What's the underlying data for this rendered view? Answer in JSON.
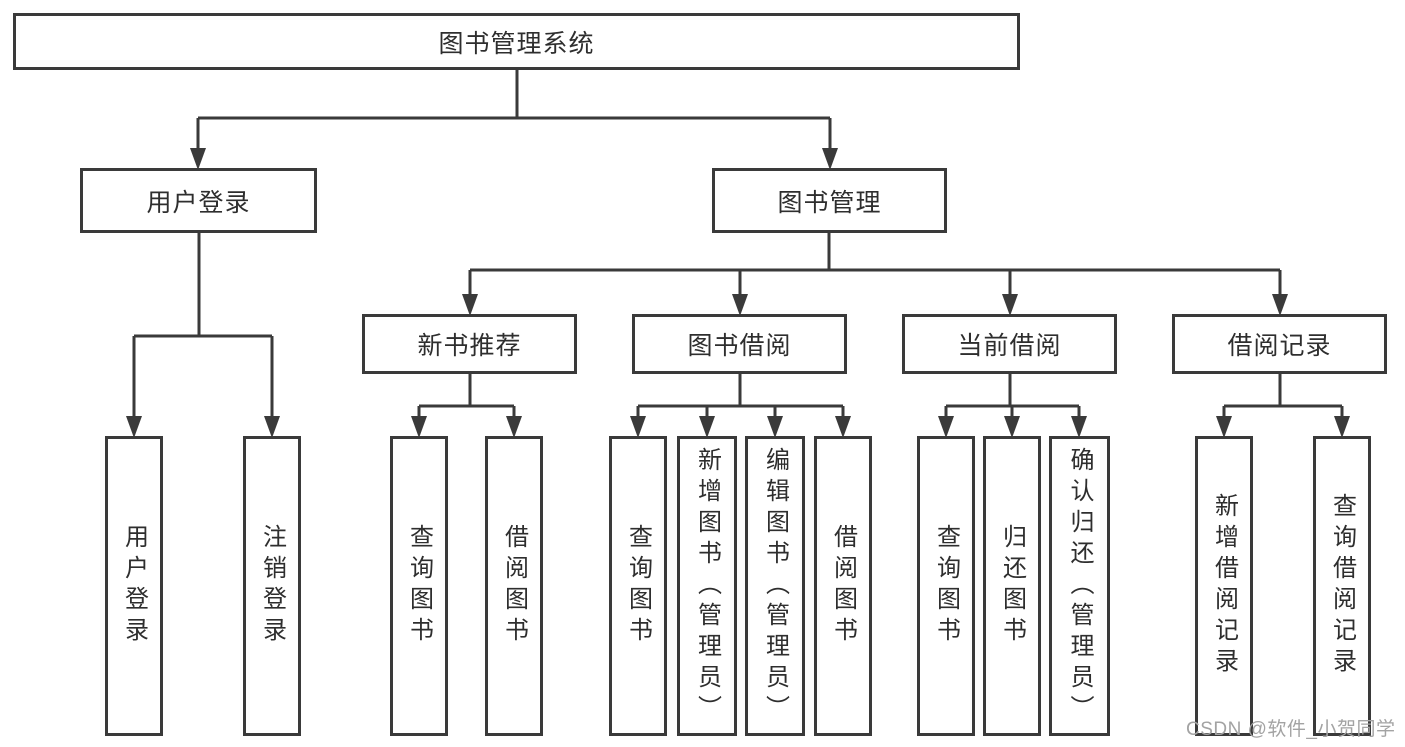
{
  "tree": {
    "root": {
      "label": "图书管理系统",
      "children": [
        {
          "label": "用户登录",
          "children": [
            {
              "label": "用户登录"
            },
            {
              "label": "注销登录"
            }
          ]
        },
        {
          "label": "图书管理",
          "children": [
            {
              "label": "新书推荐",
              "children": [
                {
                  "label": "查询图书"
                },
                {
                  "label": "借阅图书"
                }
              ]
            },
            {
              "label": "图书借阅",
              "children": [
                {
                  "label": "查询图书"
                },
                {
                  "label": "新增图书（管理员）"
                },
                {
                  "label": "编辑图书（管理员）"
                },
                {
                  "label": "借阅图书"
                }
              ]
            },
            {
              "label": "当前借阅",
              "children": [
                {
                  "label": "查询图书"
                },
                {
                  "label": "归还图书"
                },
                {
                  "label": "确认归还（管理员）"
                }
              ]
            },
            {
              "label": "借阅记录",
              "children": [
                {
                  "label": "新增借阅记录"
                },
                {
                  "label": "查询借阅记录"
                }
              ]
            }
          ]
        }
      ]
    }
  },
  "watermark": "CSDN @软件_小贺同学",
  "colors": {
    "line": "#3a3a3a",
    "text": "#2e2e2e",
    "watermark": "#a3a3a3",
    "background": "#ffffff"
  }
}
